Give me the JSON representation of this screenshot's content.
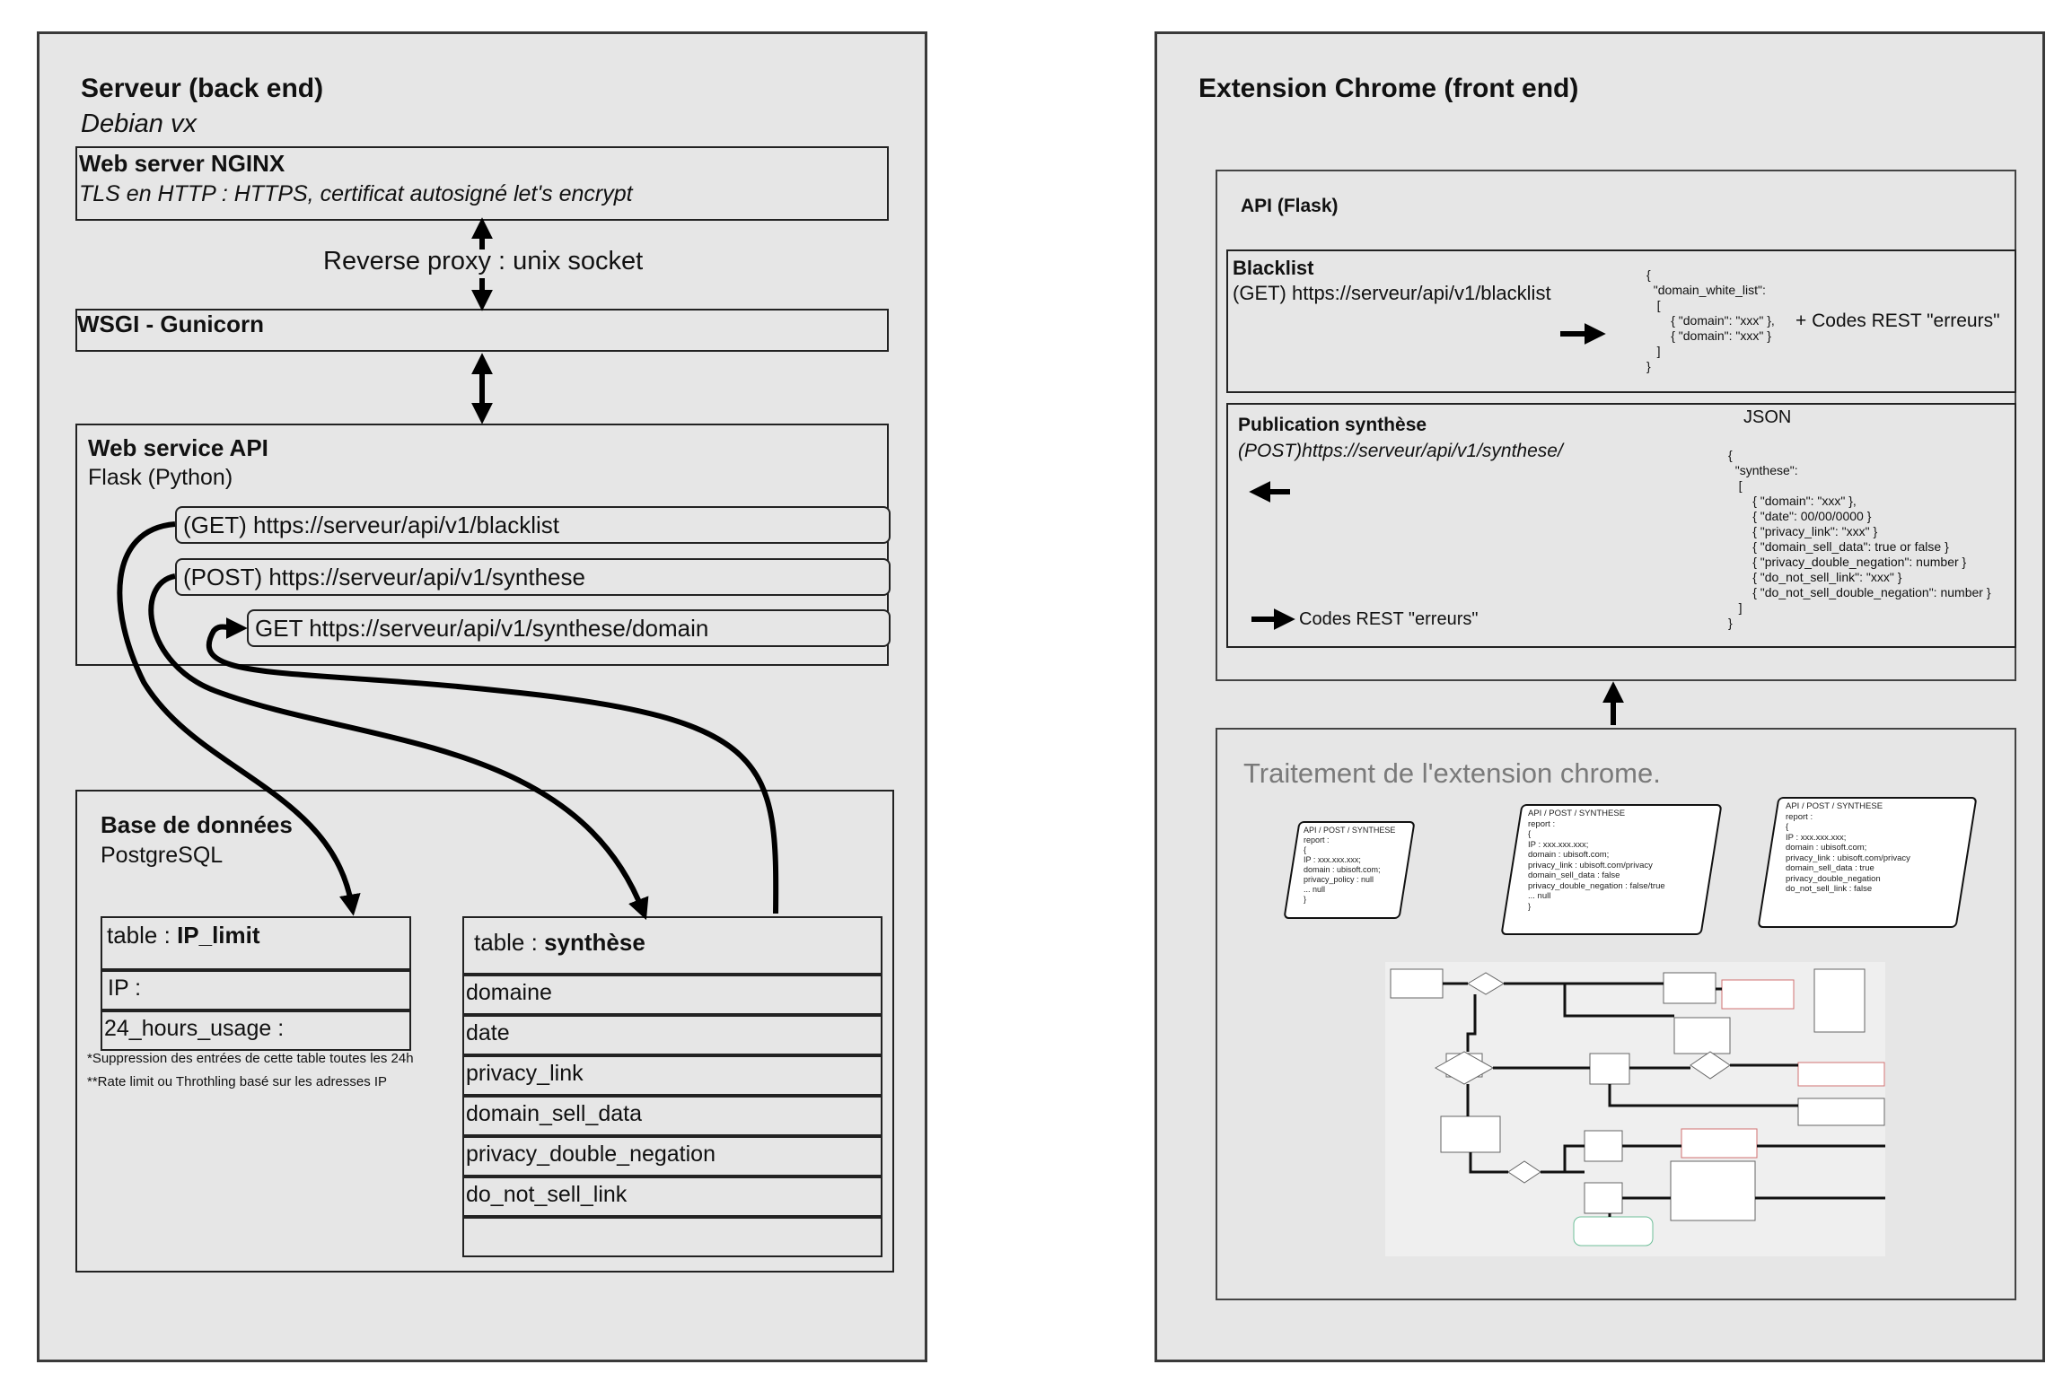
{
  "server": {
    "title": "Serveur (back end)",
    "os": "Debian vx",
    "nginx": {
      "title": "Web server NGINX",
      "subtitle": "TLS en HTTP : HTTPS, certificat autosigné let's encrypt"
    },
    "proxy_label": "Reverse proxy : unix socket",
    "wsgi": {
      "title": "WSGI - Gunicorn"
    },
    "api": {
      "title": "Web service API",
      "subtitle": "Flask (Python)",
      "endpoints": [
        "(GET) https://serveur/api/v1/blacklist",
        "(POST) https://serveur/api/v1/synthese",
        "GET https://serveur/api/v1/synthese/domain"
      ]
    },
    "db": {
      "title": "Base de données",
      "subtitle": "PostgreSQL",
      "ip_table": {
        "prefix": "table : ",
        "name": "IP_limit",
        "fields": [
          "IP :",
          "24_hours_usage :"
        ],
        "notes": [
          "*Suppression des entrées de cette table toutes les 24h",
          "**Rate limit ou Throthling basé sur les adresses IP"
        ]
      },
      "synth_table": {
        "prefix": "table : ",
        "name": "synthèse",
        "fields": [
          "domaine",
          "date",
          "privacy_link",
          "domain_sell_data",
          "privacy_double_negation",
          "do_not_sell_link",
          ""
        ]
      }
    }
  },
  "extension": {
    "title": "Extension Chrome (front end)",
    "api": {
      "title": "API (Flask)",
      "blacklist": {
        "title": "Blacklist",
        "url": "(GET) https://serveur/api/v1/blacklist",
        "json": "{\n  \"domain_white_list\":\n   [\n       { \"domain\": \"xxx\" },\n       { \"domain\": \"xxx\" }\n   ]\n}",
        "codes": "+ Codes REST \"erreurs\""
      },
      "publication": {
        "title": "Publication synthèse",
        "url": "(POST)https://serveur/api/v1/synthese/",
        "json_label": "JSON",
        "json": "{\n  \"synthese\":\n   [\n       { \"domain\": \"xxx\" },\n       { \"date\": 00/00/0000 }\n       { \"privacy_link\": \"xxx\" }\n       { \"domain_sell_data\": true or false }\n       { \"privacy_double_negation\": number }\n       { \"do_not_sell_link\": \"xxx\" }\n       { \"do_not_sell_double_negation\": number }\n   ]\n}",
        "codes": "Codes REST \"erreurs\""
      }
    },
    "traitement": {
      "title": "Traitement de l'extension chrome.",
      "cards": [
        "API / POST / SYNTHESE\nreport :\n{\nIP : xxx.xxx.xxx;\ndomain : ubisoft.com;\nprivacy_policy : null\n... null\n}",
        "API / POST / SYNTHESE\nreport :\n{\nIP : xxx.xxx.xxx;\ndomain : ubisoft.com;\nprivacy_link : ubisoft.com/privacy\ndomain_sell_data : false\nprivacy_double_negation : false/true\n... null\n}",
        "API / POST / SYNTHESE\nreport :\n{\nIP : xxx.xxx.xxx;\ndomain : ubisoft.com;\nprivacy_link : ubisoft.com/privacy\ndomain_sell_data : true\nprivacy_double_negation\ndo_not_sell_link : false"
      ]
    }
  }
}
